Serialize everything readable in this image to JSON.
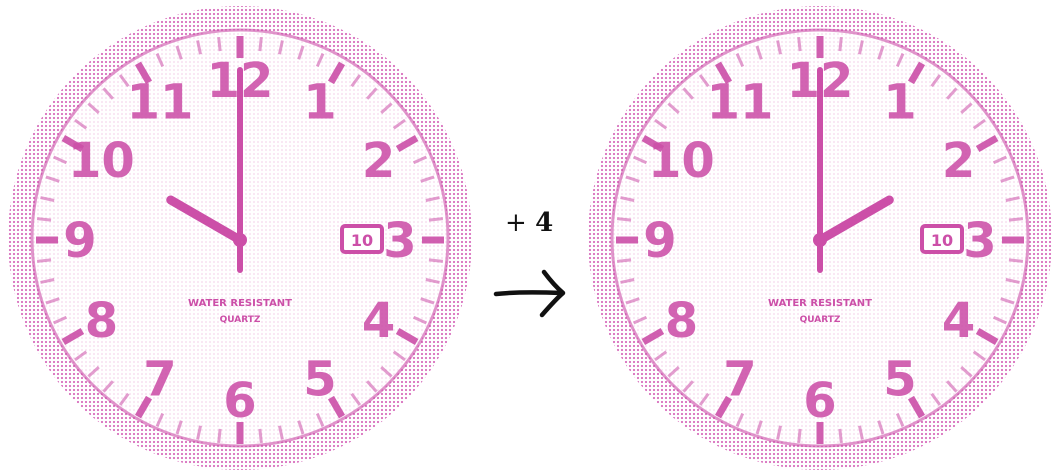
{
  "colors": {
    "clock": "#cc4fa8",
    "clock_light": "#e7a6d6",
    "ink": "#111111"
  },
  "clocks": [
    {
      "numerals": [
        "12",
        "1",
        "2",
        "3",
        "4",
        "5",
        "6",
        "7",
        "8",
        "9",
        "10",
        "11"
      ],
      "date_window": "10",
      "brand_line1": "WATER RESISTANT",
      "brand_line2": "QUARTZ",
      "hour": 10,
      "minute": 0
    },
    {
      "numerals": [
        "12",
        "1",
        "2",
        "3",
        "4",
        "5",
        "6",
        "7",
        "8",
        "9",
        "10",
        "11"
      ],
      "date_window": "10",
      "brand_line1": "WATER RESISTANT",
      "brand_line2": "QUARTZ",
      "hour": 2,
      "minute": 0
    }
  ],
  "operation": {
    "sign": "+",
    "value": "4"
  },
  "arrow_icon": "right-arrow-icon"
}
